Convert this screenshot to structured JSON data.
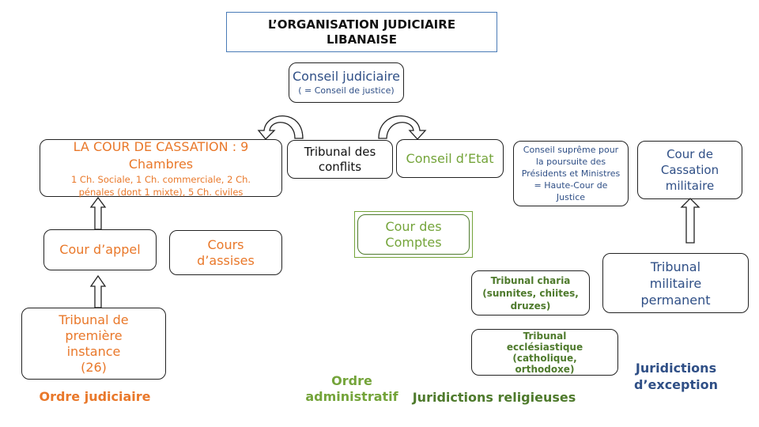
{
  "title": {
    "line1": "L’ORGANISATION JUDICIAIRE",
    "line2": "LIBANAISE"
  },
  "conseil_judiciaire": {
    "name": "Conseil judiciaire",
    "note": "( = Conseil de justice)"
  },
  "cour_cassation": {
    "name": "LA COUR DE CASSATION : 9 Chambres",
    "detail1": "1 Ch. Sociale, 1 Ch. commerciale, 2 Ch.",
    "detail2": "pénales (dont 1 mixte), 5 Ch. civiles"
  },
  "tribunal_conflits": {
    "line1": "Tribunal des",
    "line2": "conflits"
  },
  "conseil_etat": {
    "name": "Conseil d’Etat"
  },
  "conseil_supreme": {
    "line1": "Conseil suprême pour",
    "line2": "la poursuite des",
    "line3": "Présidents et Ministres",
    "line4": "= Haute-Cour de",
    "line5": "Justice"
  },
  "cour_cassation_militaire": {
    "line1": "Cour de",
    "line2": "Cassation",
    "line3": "militaire"
  },
  "cour_appel": {
    "name": "Cour d’appel"
  },
  "cours_assises": {
    "line1": "Cours",
    "line2": "d’assises"
  },
  "cour_comptes": {
    "line1": "Cour des",
    "line2": "Comptes"
  },
  "tribunal_charia": {
    "line1": "Tribunal charia",
    "line2": "(sunnites, chiites,",
    "line3": "druzes)"
  },
  "tribunal_militaire": {
    "line1": "Tribunal",
    "line2": "militaire",
    "line3": "permanent"
  },
  "tribunal_premiere_instance": {
    "line1": "Tribunal de",
    "line2": "première",
    "line3": "instance",
    "line4": "(26)"
  },
  "tribunal_ecclesiastique": {
    "line1": "Tribunal",
    "line2": "ecclésiastique",
    "line3": "(catholique,",
    "line4": "orthodoxe)"
  },
  "categories": {
    "judiciaire": "Ordre judiciaire",
    "administratif_line1": "Ordre",
    "administratif_line2": "administratif",
    "religieuses": "Juridictions religieuses",
    "exception_line1": "Juridictions",
    "exception_line2": "d’exception"
  },
  "colors": {
    "orange": "#e9782a",
    "blue": "#2f4f86",
    "green": "#74a43a",
    "dark_green": "#4e7a2c"
  }
}
